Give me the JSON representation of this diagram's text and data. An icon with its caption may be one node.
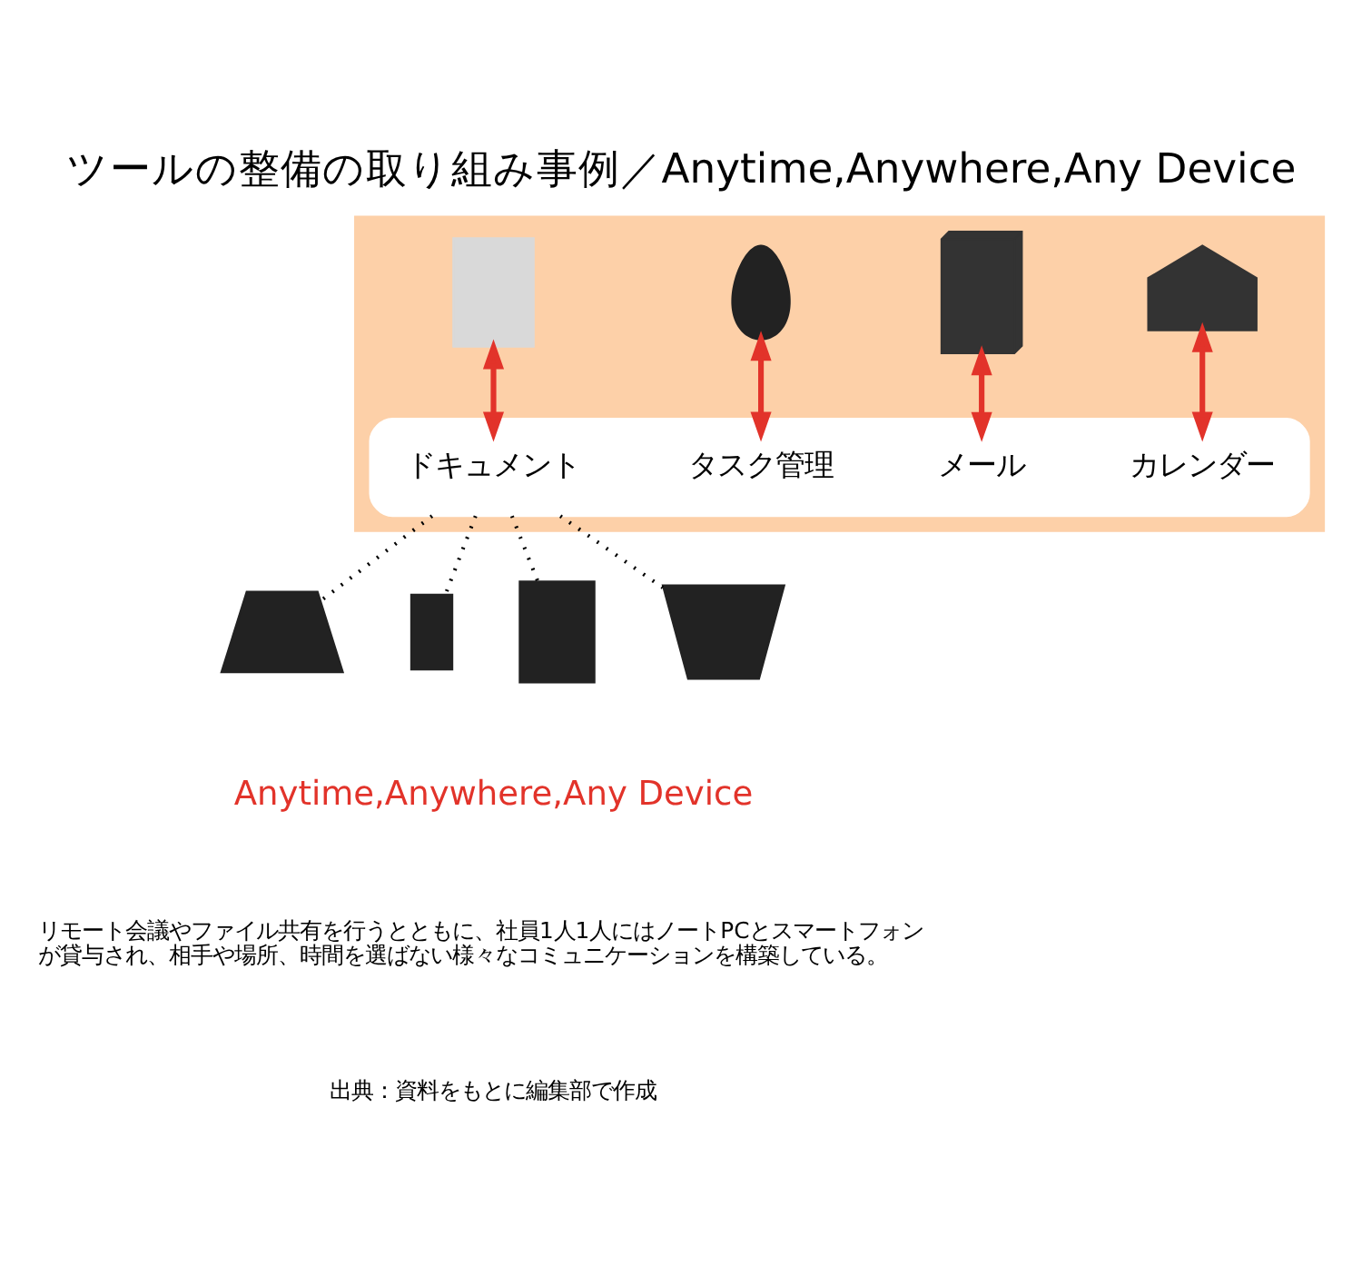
{
  "diagram": {
    "title": "ツールの整備の取り組み事例／Anytime,Anywhere,Any Device",
    "nodes": [
      {
        "text": [],
        "shape": "box"
      },
      {
        "text": [],
        "shape": "cloud",
        "in": 0
      },
      {
        "text": [
          "カレンダー"
        ],
        "in": 1
      },
      {
        "text": [
          "タスク管理"
        ],
        "in": 1
      },
      {
        "text": [
          "ドキュメント"
        ],
        "in": 1
      },
      {
        "text": [
          "メール"
        ],
        "in": 1
      },
      {
        "text": [],
        "shape": "house",
        "in": 0
      },
      {
        "text": [],
        "shape": "building",
        "in": 0
      },
      {
        "text": [],
        "shape": "person",
        "in": 0
      },
      {
        "text": [],
        "shape": "printer",
        "in": 0
      },
      {
        "text": [],
        "shape": "laptop"
      },
      {
        "text": [],
        "shape": "smartphone"
      },
      {
        "text": [],
        "shape": "tablet"
      },
      {
        "text": [],
        "shape": "monitor"
      }
    ],
    "edges": [
      {
        "from": 6,
        "to": 2,
        "arrow": "both",
        "color": "#e2332a"
      },
      {
        "from": 7,
        "to": 5,
        "arrow": "both",
        "color": "#e2332a"
      },
      {
        "from": 8,
        "to": 3,
        "arrow": "both",
        "color": "#e2332a"
      },
      {
        "from": 9,
        "to": 4,
        "arrow": "both",
        "color": "#e2332a"
      },
      {
        "from": 1,
        "to": 10,
        "arrow": "none",
        "style": "dashed",
        "color": "#000000"
      },
      {
        "from": 1,
        "to": 11,
        "arrow": "none",
        "style": "dashed",
        "color": "#000000"
      },
      {
        "from": 1,
        "to": 12,
        "arrow": "none",
        "style": "dashed",
        "color": "#000000"
      },
      {
        "from": 1,
        "to": 13,
        "arrow": "none",
        "style": "dashed",
        "color": "#000000"
      }
    ],
    "labels": [
      "Anytime,Anywhere,Any Device",
      "リモート会議やファイル共有を行うとともに、社員1人1人にはノートPCとスマートフォンが貸与され、相手や場所、時間を選ばない様々なコミュニケーションを構築している。",
      "出典：資料をもとに編集部で作成"
    ]
  }
}
